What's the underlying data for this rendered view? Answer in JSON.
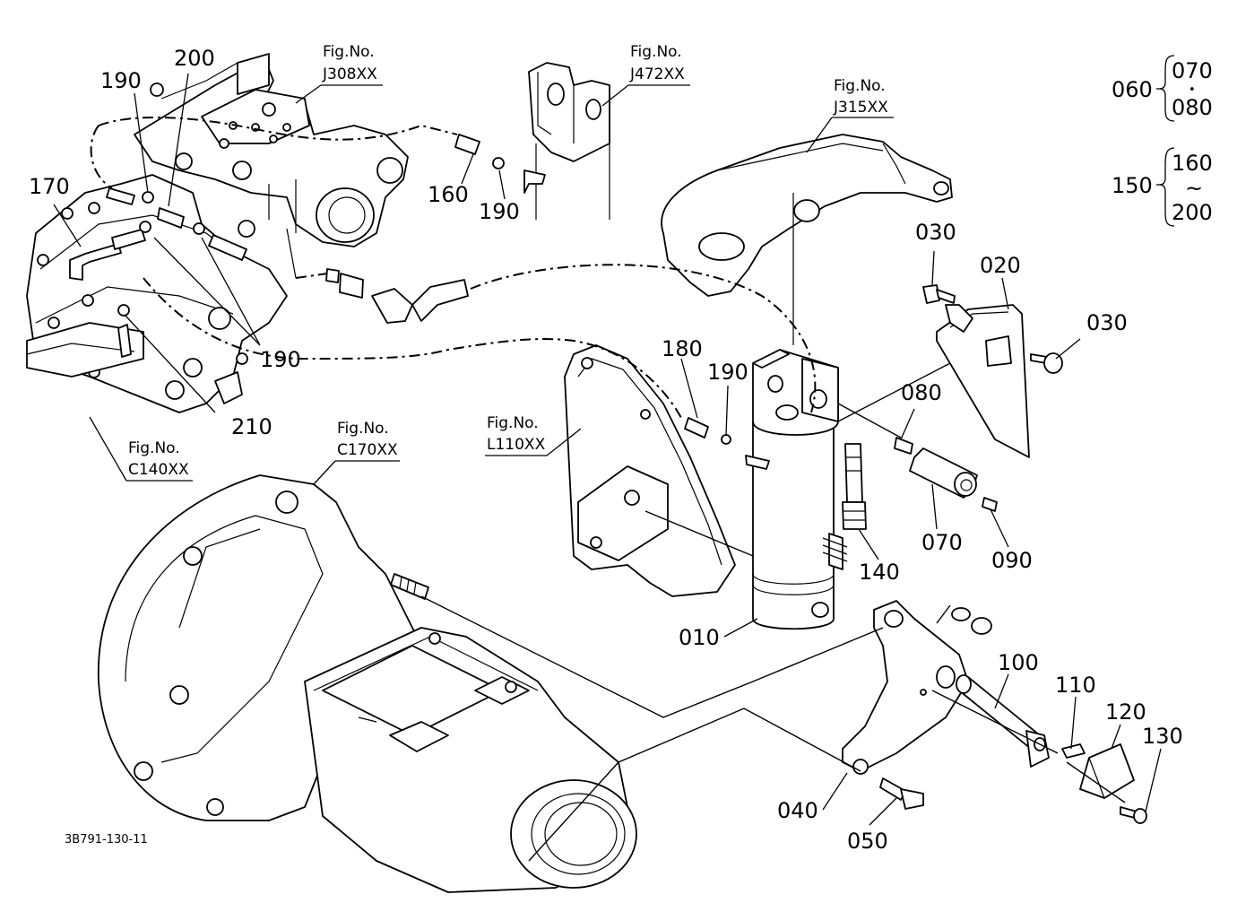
{
  "drawing_number": "3B791-130-11",
  "fig_refs": {
    "j308": {
      "label": "Fig.No.",
      "code": "J308XX"
    },
    "j472": {
      "label": "Fig.No.",
      "code": "J472XX"
    },
    "j315": {
      "label": "Fig.No.",
      "code": "J315XX"
    },
    "l110": {
      "label": "Fig.No.",
      "code": "L110XX"
    },
    "c170": {
      "label": "Fig.No.",
      "code": "C170XX"
    },
    "c140": {
      "label": "Fig.No.",
      "code": "C140XX"
    }
  },
  "callouts": {
    "p190a": "190",
    "p200": "200",
    "p170": "170",
    "p190b": "190",
    "p210": "210",
    "p160": "160",
    "p190c": "190",
    "p030a": "030",
    "p020": "020",
    "p030b": "030",
    "p180": "180",
    "p190d": "190",
    "p080": "080",
    "p070": "070",
    "p090": "090",
    "p140": "140",
    "p010": "010",
    "p100": "100",
    "p110": "110",
    "p120": "120",
    "p130": "130",
    "p040": "040",
    "p050": "050"
  },
  "groups": {
    "g060": {
      "parent": "060",
      "first": "070",
      "sep": "•",
      "last": "080"
    },
    "g150": {
      "parent": "150",
      "first": "160",
      "sep": "~",
      "last": "200"
    }
  }
}
